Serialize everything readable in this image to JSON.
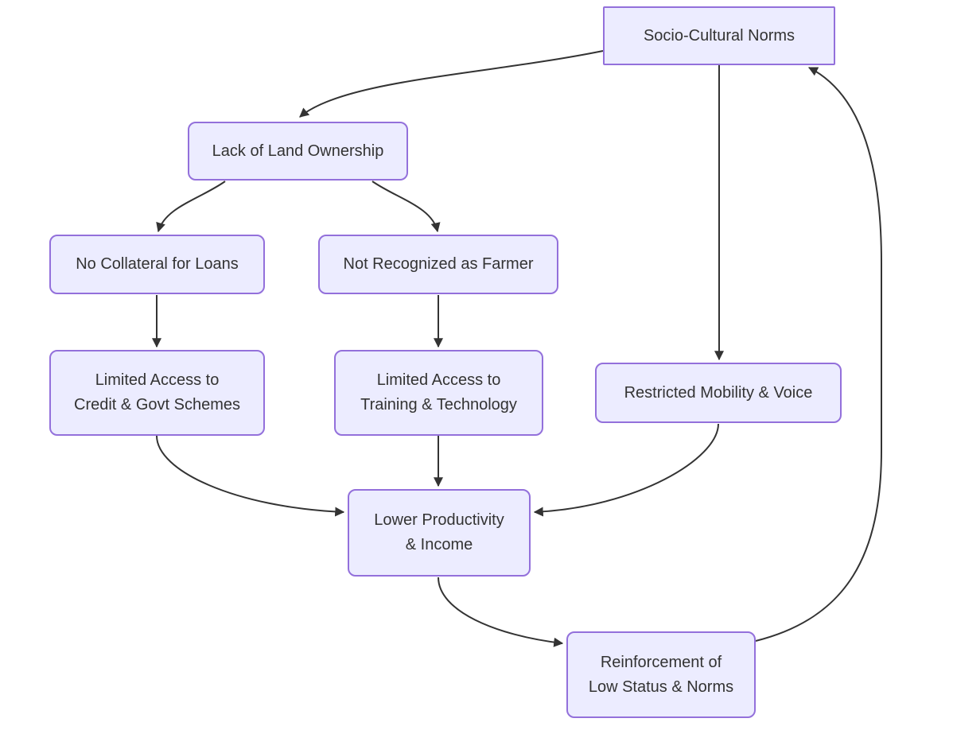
{
  "diagram": {
    "type": "flowchart",
    "direction": "top-down",
    "background": "#ffffff",
    "colors": {
      "node_fill": "#ECECFF",
      "node_border": "#9370DB",
      "text": "#333333",
      "edge": "#333333"
    },
    "nodes": [
      {
        "id": "scn",
        "shape": "rect",
        "label": "Socio-Cultural Norms",
        "lines": [
          "Socio-Cultural Norms"
        ]
      },
      {
        "id": "llo",
        "shape": "rounded",
        "label": "Lack of Land Ownership",
        "lines": [
          "Lack of Land Ownership"
        ]
      },
      {
        "id": "ncl",
        "shape": "rounded",
        "label": "No Collateral for Loans",
        "lines": [
          "No Collateral for Loans"
        ]
      },
      {
        "id": "nrf",
        "shape": "rounded",
        "label": "Not Recognized as Farmer",
        "lines": [
          "Not Recognized as Farmer"
        ]
      },
      {
        "id": "lacg",
        "shape": "rounded",
        "label": "Limited Access to Credit & Govt Schemes",
        "lines": [
          "Limited Access to",
          "Credit & Govt Schemes"
        ]
      },
      {
        "id": "latt",
        "shape": "rounded",
        "label": "Limited Access to Training & Technology",
        "lines": [
          "Limited Access to",
          "Training & Technology"
        ]
      },
      {
        "id": "rmv",
        "shape": "rounded",
        "label": "Restricted Mobility & Voice",
        "lines": [
          "Restricted Mobility & Voice"
        ]
      },
      {
        "id": "lpi",
        "shape": "rounded",
        "label": "Lower Productivity & Income",
        "lines": [
          "Lower Productivity",
          "& Income"
        ]
      },
      {
        "id": "rls",
        "shape": "rounded",
        "label": "Reinforcement of Low Status & Norms",
        "lines": [
          "Reinforcement of",
          "Low Status & Norms"
        ]
      }
    ],
    "edges": [
      {
        "from": "scn",
        "to": "llo"
      },
      {
        "from": "scn",
        "to": "rmv"
      },
      {
        "from": "llo",
        "to": "ncl"
      },
      {
        "from": "llo",
        "to": "nrf"
      },
      {
        "from": "ncl",
        "to": "lacg"
      },
      {
        "from": "nrf",
        "to": "latt"
      },
      {
        "from": "lacg",
        "to": "lpi"
      },
      {
        "from": "latt",
        "to": "lpi"
      },
      {
        "from": "rmv",
        "to": "lpi"
      },
      {
        "from": "lpi",
        "to": "rls"
      },
      {
        "from": "rls",
        "to": "scn"
      }
    ]
  }
}
